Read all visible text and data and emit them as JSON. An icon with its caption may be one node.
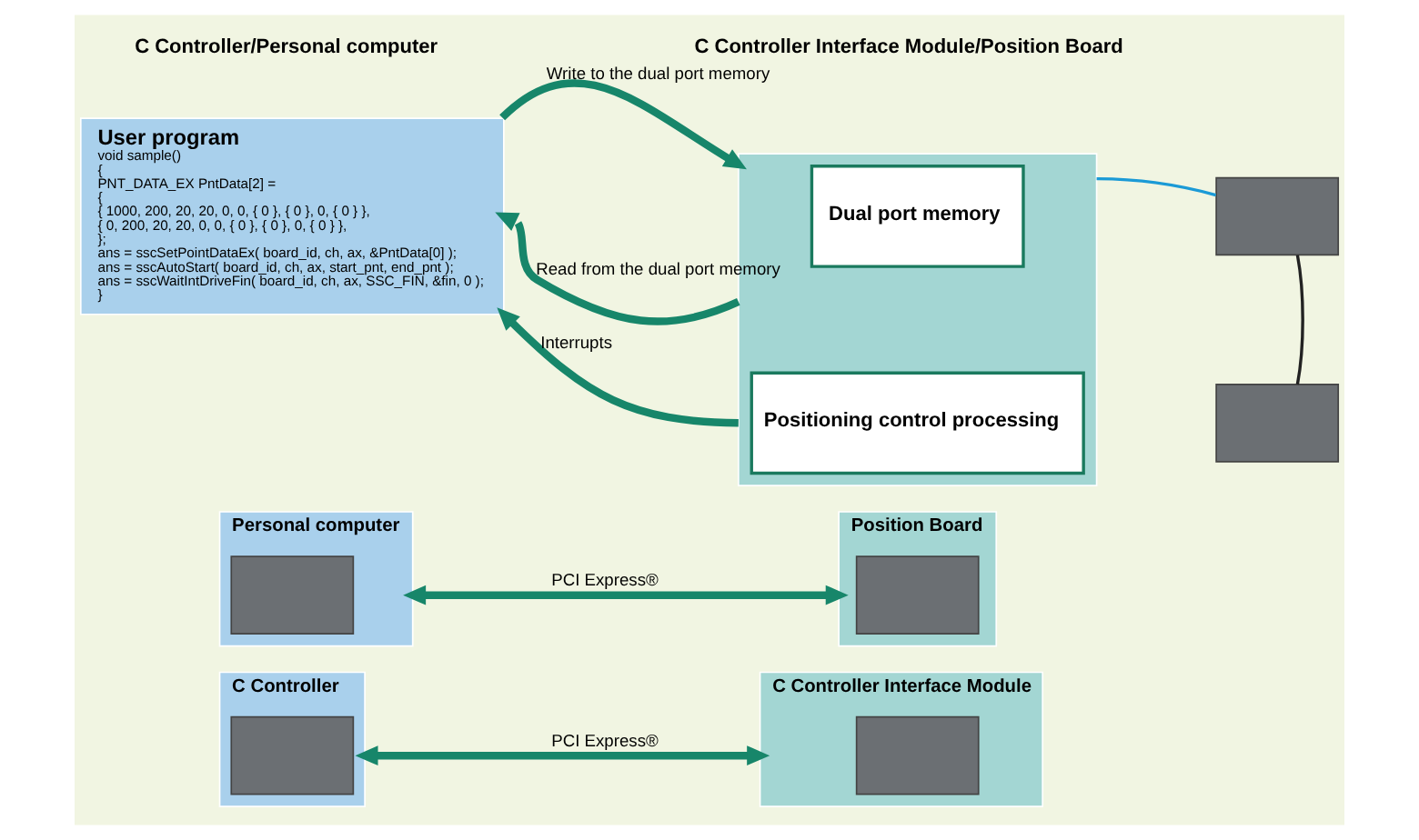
{
  "diagram": {
    "nodes": [
      {
        "text": [
          "User program",
          "void sample()",
          "{",
          "PNT_DATA_EX PntData[2] =",
          "{",
          "{ 1000, 200, 20, 20, 0, 0, { 0 }, { 0 }, 0, { 0 } },",
          "{ 0, 200, 20, 20, 0, 0, { 0 }, { 0 }, 0, { 0 } },",
          "};",
          "ans = sscSetPointDataEx( board_id, ch, ax, &PntData[0] );",
          "ans = sscAutoStart( board_id, ch, ax, start_pnt, end_pnt );",
          "ans = sscWaitIntDriveFin( board_id, ch, ax, SSC_FIN, &fin, 0 );",
          "}"
        ]
      },
      {
        "text": [],
        "shape": "box"
      },
      {
        "text": [
          "Dual port memory"
        ],
        "in": 1
      },
      {
        "text": [
          "Positioning control processing"
        ],
        "in": 1
      },
      {
        "text": [
          "Personal computer"
        ]
      },
      {
        "text": [],
        "shape": "box",
        "in": 4
      },
      {
        "text": [
          "Position Board"
        ]
      },
      {
        "text": [],
        "shape": "box",
        "in": 6
      },
      {
        "text": [
          "C Controller"
        ]
      },
      {
        "text": [],
        "shape": "box",
        "in": 8
      },
      {
        "text": [
          "C Controller Interface Module"
        ]
      },
      {
        "text": [],
        "shape": "box",
        "in": 10
      },
      {
        "text": [],
        "shape": "box"
      },
      {
        "text": [],
        "shape": "box"
      }
    ],
    "edges": [
      {
        "from": 0,
        "to": 1,
        "arrow": "to",
        "label": "Write to the dual port memory"
      },
      {
        "from": 1,
        "to": 0,
        "arrow": "to",
        "label": "Read from the dual port memory"
      },
      {
        "from": 1,
        "to": 0,
        "arrow": "to",
        "label": "Interrupts"
      },
      {
        "from": 4,
        "to": 6,
        "arrow": "both",
        "label": "PCI Express®"
      },
      {
        "from": 8,
        "to": 10,
        "arrow": "both",
        "label": "PCI Express®"
      },
      {
        "from": 1,
        "to": 12,
        "arrow": "none",
        "color": "#1b9ad6"
      },
      {
        "from": 12,
        "to": 13,
        "arrow": "none",
        "color": "#222222"
      }
    ],
    "labels": [
      "C Controller/Personal computer",
      "C Controller Interface Module/Position Board"
    ]
  }
}
